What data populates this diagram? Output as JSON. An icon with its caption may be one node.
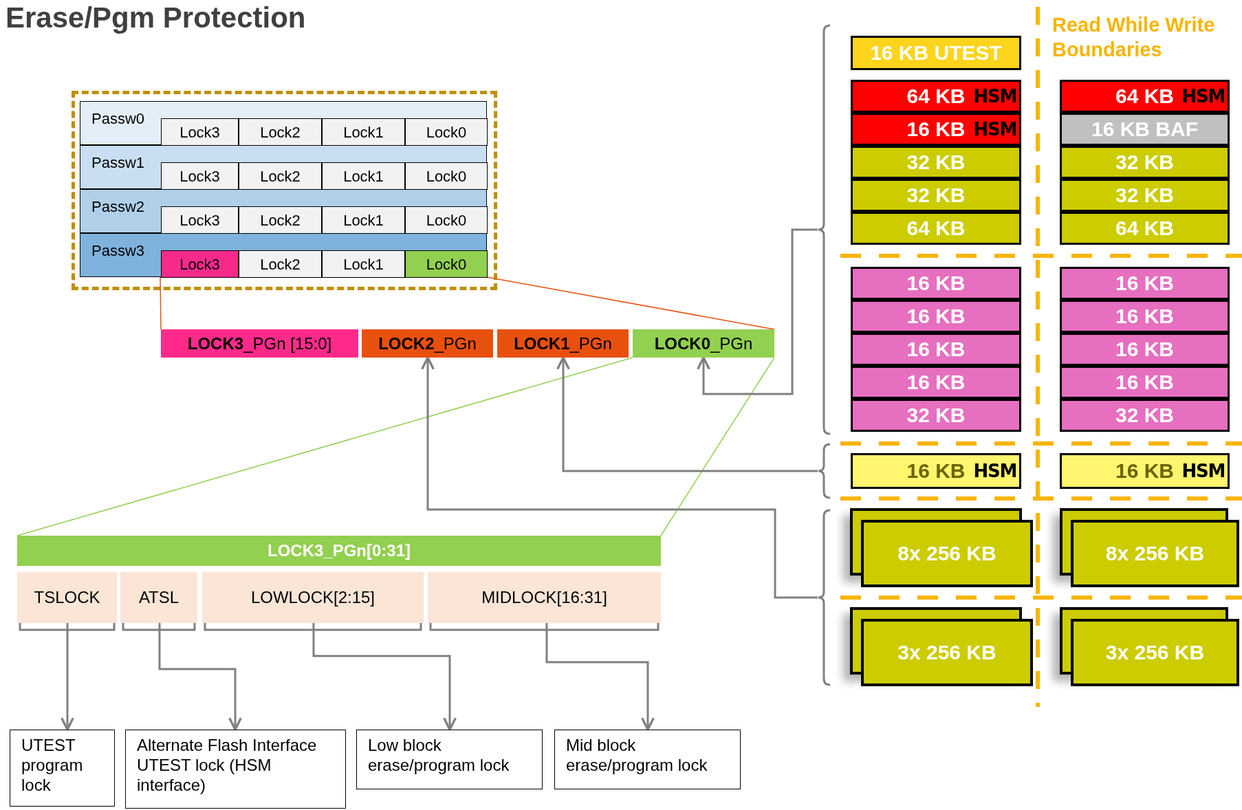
{
  "diagram": {
    "title": "Erase/Pgm Protection",
    "nodes": [
      {
        "text": [
          "Passw0"
        ]
      },
      {
        "text": [
          "Lock3"
        ],
        "in": 0
      },
      {
        "text": [
          "Lock2"
        ],
        "in": 0
      },
      {
        "text": [
          "Lock1"
        ],
        "in": 0
      },
      {
        "text": [
          "Lock0"
        ],
        "in": 0
      },
      {
        "text": [
          "Passw1"
        ]
      },
      {
        "text": [
          "Lock3"
        ],
        "in": 5
      },
      {
        "text": [
          "Lock2"
        ],
        "in": 5
      },
      {
        "text": [
          "Lock1"
        ],
        "in": 5
      },
      {
        "text": [
          "Lock0"
        ],
        "in": 5
      },
      {
        "text": [
          "Passw2"
        ]
      },
      {
        "text": [
          "Lock3"
        ],
        "in": 10
      },
      {
        "text": [
          "Lock2"
        ],
        "in": 10
      },
      {
        "text": [
          "Lock1"
        ],
        "in": 10
      },
      {
        "text": [
          "Lock0"
        ],
        "in": 10
      },
      {
        "text": [
          "Passw3"
        ]
      },
      {
        "text": [
          "Lock3"
        ],
        "in": 15
      },
      {
        "text": [
          "Lock2"
        ],
        "in": 15
      },
      {
        "text": [
          "Lock1"
        ],
        "in": 15
      },
      {
        "text": [
          "Lock0"
        ],
        "in": 15
      },
      {
        "text": [
          "**LOCK3**_PGn [15:0]"
        ]
      },
      {
        "text": [
          "**LOCK2**_PGn"
        ]
      },
      {
        "text": [
          "**LOCK1**_PGn"
        ]
      },
      {
        "text": [
          "**LOCK0**_PGn"
        ]
      },
      {
        "text": [
          "LOCK3_PGn[0:31]"
        ]
      },
      {
        "text": [
          "TSLOCK"
        ]
      },
      {
        "text": [
          "ATSL"
        ]
      },
      {
        "text": [
          "LOWLOCK[2:15]"
        ]
      },
      {
        "text": [
          "MIDLOCK[16:31]"
        ]
      },
      {
        "text": [
          "UTEST program lock"
        ]
      },
      {
        "text": [
          "Alternate Flash Interface UTEST lock (HSM interface)"
        ]
      },
      {
        "text": [
          "Low block erase/program lock"
        ]
      },
      {
        "text": [
          "Mid block erase/program lock"
        ]
      },
      {
        "text": [
          "16 KB UTEST"
        ]
      },
      {
        "text": [
          "64 KB",
          "HSM"
        ]
      },
      {
        "text": [
          "16 KB",
          "HSM"
        ]
      },
      {
        "text": [
          "32 KB"
        ]
      },
      {
        "text": [
          "32 KB"
        ]
      },
      {
        "text": [
          "64 KB"
        ]
      },
      {
        "text": [
          "16 KB"
        ]
      },
      {
        "text": [
          "16 KB"
        ]
      },
      {
        "text": [
          "16 KB"
        ]
      },
      {
        "text": [
          "16 KB"
        ]
      },
      {
        "text": [
          "32 KB"
        ]
      },
      {
        "text": [
          "16 KB",
          "HSM"
        ]
      },
      {
        "text": [
          "8x 256 KB"
        ]
      },
      {
        "text": [
          "3x 256 KB"
        ]
      },
      {
        "text": [
          "64 KB",
          "HSM"
        ]
      },
      {
        "text": [
          "16 KB BAF"
        ]
      },
      {
        "text": [
          "32 KB"
        ]
      },
      {
        "text": [
          "32 KB"
        ]
      },
      {
        "text": [
          "64 KB"
        ]
      },
      {
        "text": [
          "16 KB"
        ]
      },
      {
        "text": [
          "16 KB"
        ]
      },
      {
        "text": [
          "16 KB"
        ]
      },
      {
        "text": [
          "16 KB"
        ]
      },
      {
        "text": [
          "32 KB"
        ]
      },
      {
        "text": [
          "16 KB",
          "HSM"
        ]
      },
      {
        "text": [
          "8x 256 KB"
        ]
      },
      {
        "text": [
          "3x 256 KB"
        ]
      },
      {
        "text": [],
        "shape": "bracket"
      },
      {
        "text": [],
        "shape": "bracket"
      },
      {
        "text": [],
        "shape": "bracket"
      }
    ],
    "edges": [
      {
        "from": 16,
        "to": 20,
        "arrow": "none",
        "color": "#e8500e"
      },
      {
        "from": 19,
        "to": 23,
        "arrow": "none",
        "color": "#e8500e"
      },
      {
        "from": 23,
        "to": 24,
        "arrow": "none",
        "color": "#92d050"
      },
      {
        "from": 23,
        "to": 24,
        "arrow": "none",
        "color": "#92d050"
      },
      {
        "from": 60,
        "to": 23,
        "arrow": "to"
      },
      {
        "from": 61,
        "to": 22,
        "arrow": "to"
      },
      {
        "from": 62,
        "to": 21,
        "arrow": "to"
      },
      {
        "from": 25,
        "to": 29,
        "arrow": "to"
      },
      {
        "from": 26,
        "to": 30,
        "arrow": "to"
      },
      {
        "from": 27,
        "to": 31,
        "arrow": "to"
      },
      {
        "from": 28,
        "to": 32,
        "arrow": "to"
      }
    ],
    "labels": [
      "Read While Write Boundaries"
    ]
  }
}
